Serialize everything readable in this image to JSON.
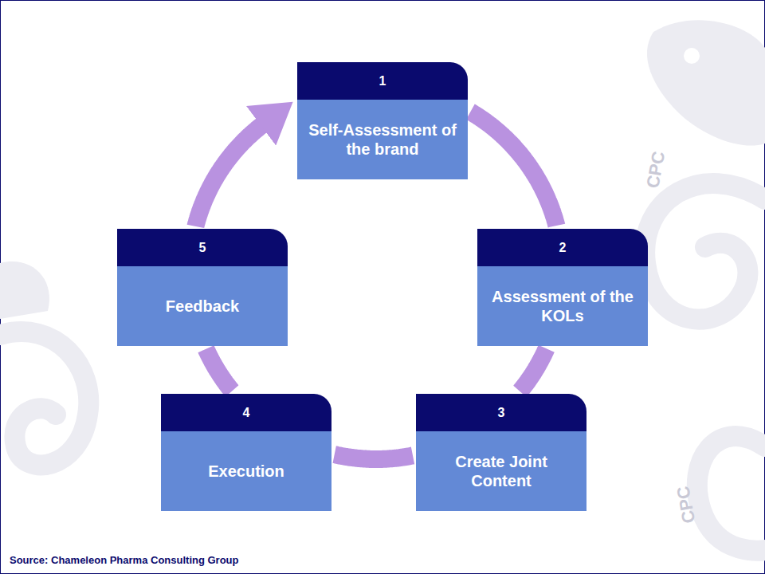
{
  "diagram": {
    "nodes": [
      {
        "text": [
          "1",
          "Self-Assessment of the brand"
        ]
      },
      {
        "text": [
          "2",
          "Assessment of the KOLs"
        ]
      },
      {
        "text": [
          "3",
          "Create Joint Content"
        ]
      },
      {
        "text": [
          "4",
          "Execution"
        ]
      },
      {
        "text": [
          "5",
          "Feedback"
        ]
      }
    ],
    "edges": [
      {
        "from": 0,
        "to": 1,
        "arrow": "none"
      },
      {
        "from": 1,
        "to": 2,
        "arrow": "none"
      },
      {
        "from": 2,
        "to": 3,
        "arrow": "none"
      },
      {
        "from": 3,
        "to": 4,
        "arrow": "none"
      },
      {
        "from": 4,
        "to": 0,
        "arrow": "to"
      }
    ],
    "labels": [
      "Source:  Chameleon Pharma Consulting Group",
      "CPC",
      "CPC"
    ]
  }
}
